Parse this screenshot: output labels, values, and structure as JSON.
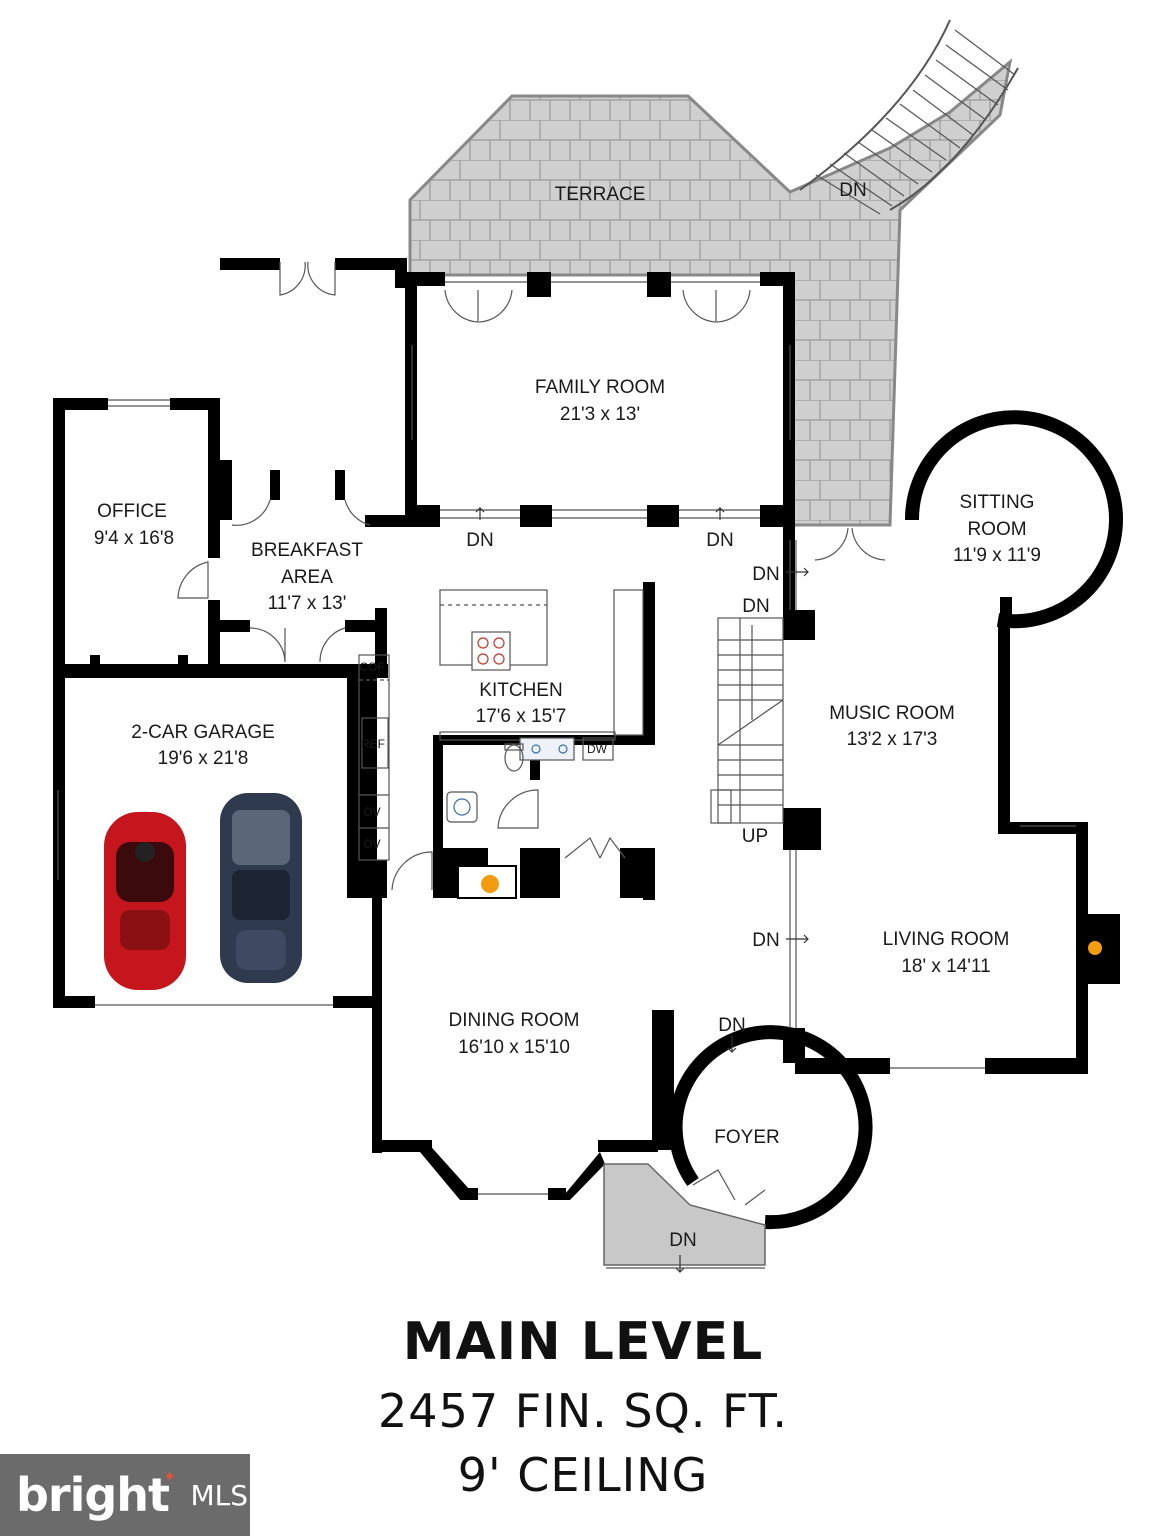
{
  "plan": {
    "rooms": [
      {
        "id": "terrace",
        "name": "TERRACE",
        "dims": ""
      },
      {
        "id": "family-room",
        "name": "FAMILY ROOM",
        "dims": "21'3 x 13'"
      },
      {
        "id": "office",
        "name": "OFFICE",
        "dims": "9'4 x 16'8"
      },
      {
        "id": "breakfast-area",
        "name": "BREAKFAST",
        "name2": "AREA",
        "dims": "11'7 x 13'"
      },
      {
        "id": "sitting-room",
        "name": "SITTING",
        "name2": "ROOM",
        "dims": "11'9 x 11'9"
      },
      {
        "id": "kitchen",
        "name": "KITCHEN",
        "dims": "17'6 x 15'7"
      },
      {
        "id": "music-room",
        "name": "MUSIC ROOM",
        "dims": "13'2 x 17'3"
      },
      {
        "id": "garage",
        "name": "2-CAR GARAGE",
        "dims": "19'6 x 21'8"
      },
      {
        "id": "living-room",
        "name": "LIVING ROOM",
        "dims": "18' x 14'11"
      },
      {
        "id": "dining-room",
        "name": "DINING ROOM",
        "dims": "16'10 x 15'10"
      },
      {
        "id": "foyer",
        "name": "FOYER",
        "dims": ""
      }
    ],
    "stair_labels": {
      "down": "DN",
      "up": "UP"
    },
    "appliances": {
      "coffee": "COF",
      "fridge": "REF",
      "oven": "OV",
      "dishwasher": "DW"
    },
    "colors": {
      "wall": "#000000",
      "terrace": "#cfcfcf",
      "car_red": "#c4161c",
      "car_dark": "#2f3a4f"
    }
  },
  "footer": {
    "level": "MAIN LEVEL",
    "area": "2457 FIN. SQ. FT.",
    "ceiling": "9' CEILING"
  },
  "watermark": {
    "brand": "bright",
    "mls": "MLS"
  }
}
